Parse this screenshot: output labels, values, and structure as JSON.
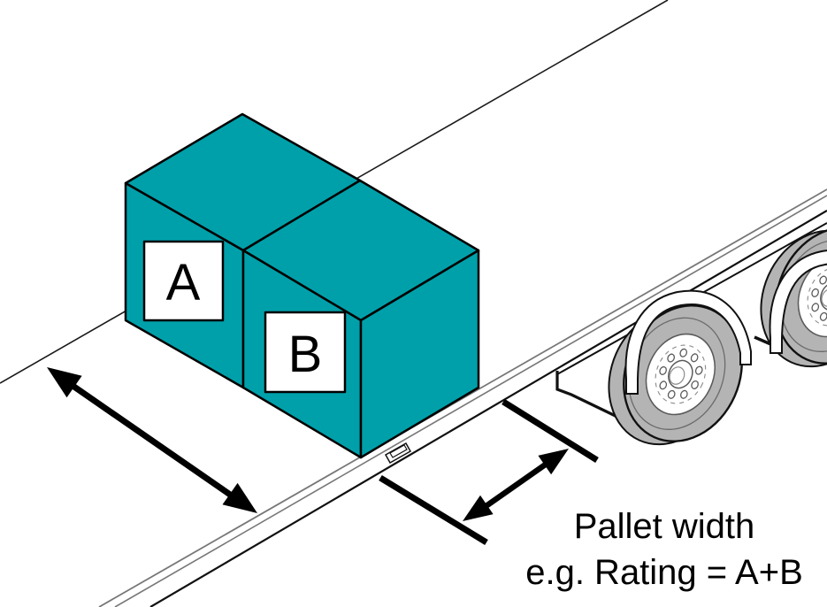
{
  "diagram": {
    "caption": {
      "line1": "Pallet width",
      "line2": "e.g. Rating = A+B"
    },
    "pallets": {
      "a_label": "A",
      "b_label": "B"
    },
    "colors": {
      "pallet": "#00A0AA",
      "tire": "#B4B4B4",
      "outline": "#111111",
      "rail_gray": "#777777",
      "rim_detail": "#5a5a5a"
    }
  }
}
